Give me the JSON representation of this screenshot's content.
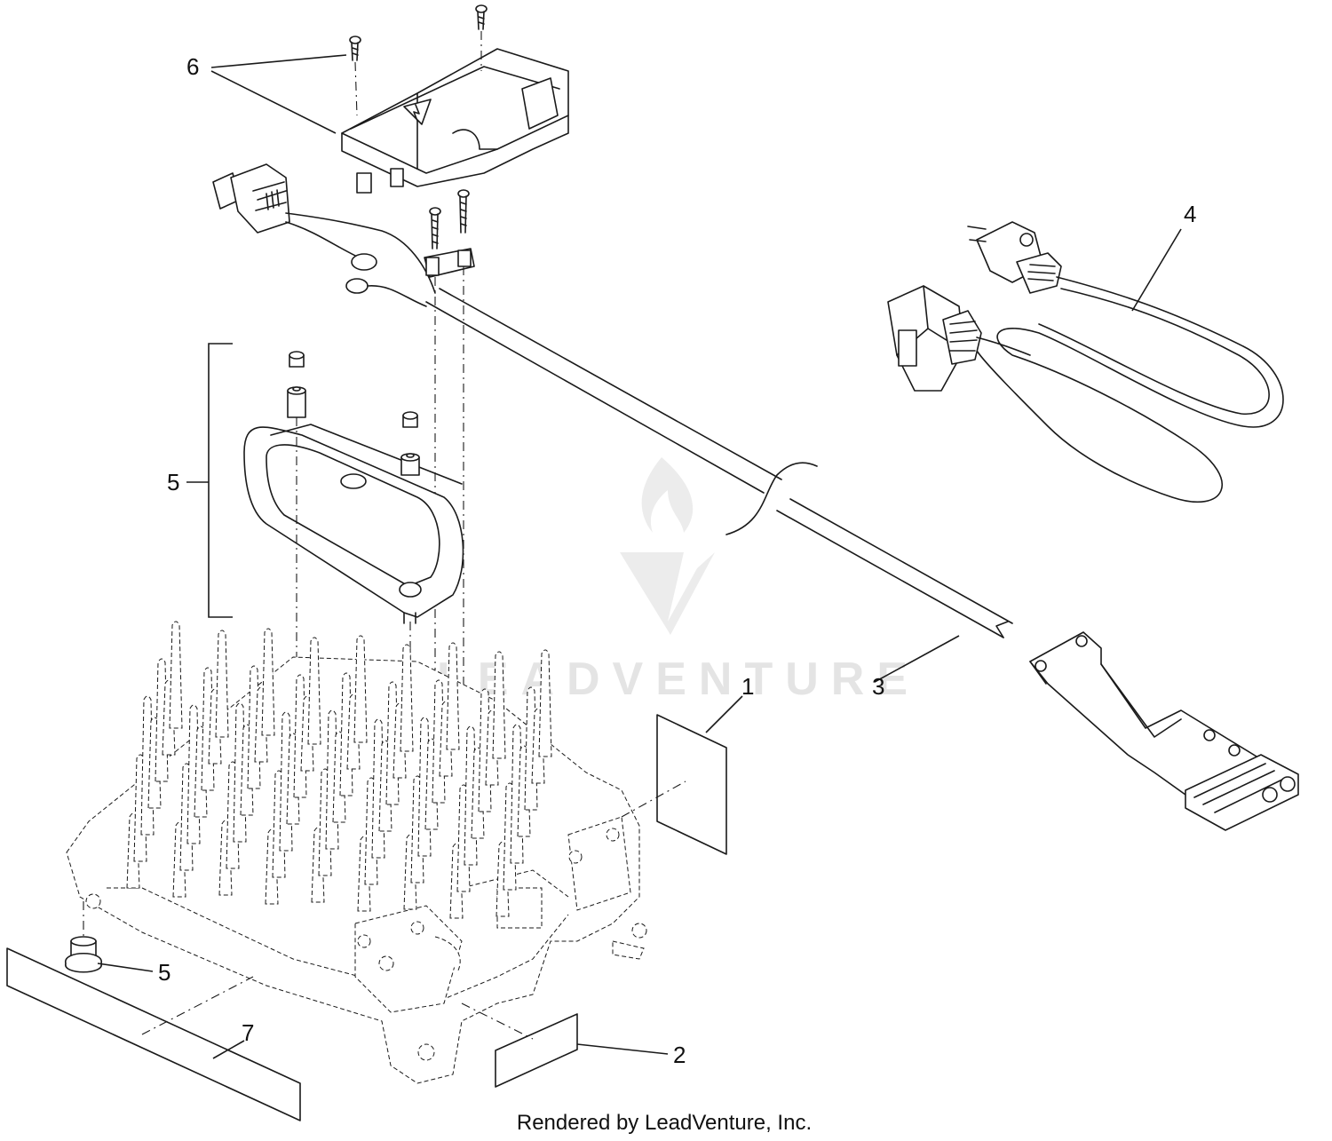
{
  "callouts": {
    "c1": "1",
    "c2": "2",
    "c3": "3",
    "c4": "4",
    "c5_bracket": "5",
    "c5_bumper": "5",
    "c6": "6",
    "c7": "7"
  },
  "watermark": "LEADVENTURE",
  "credit": "Rendered by LeadVenture, Inc."
}
